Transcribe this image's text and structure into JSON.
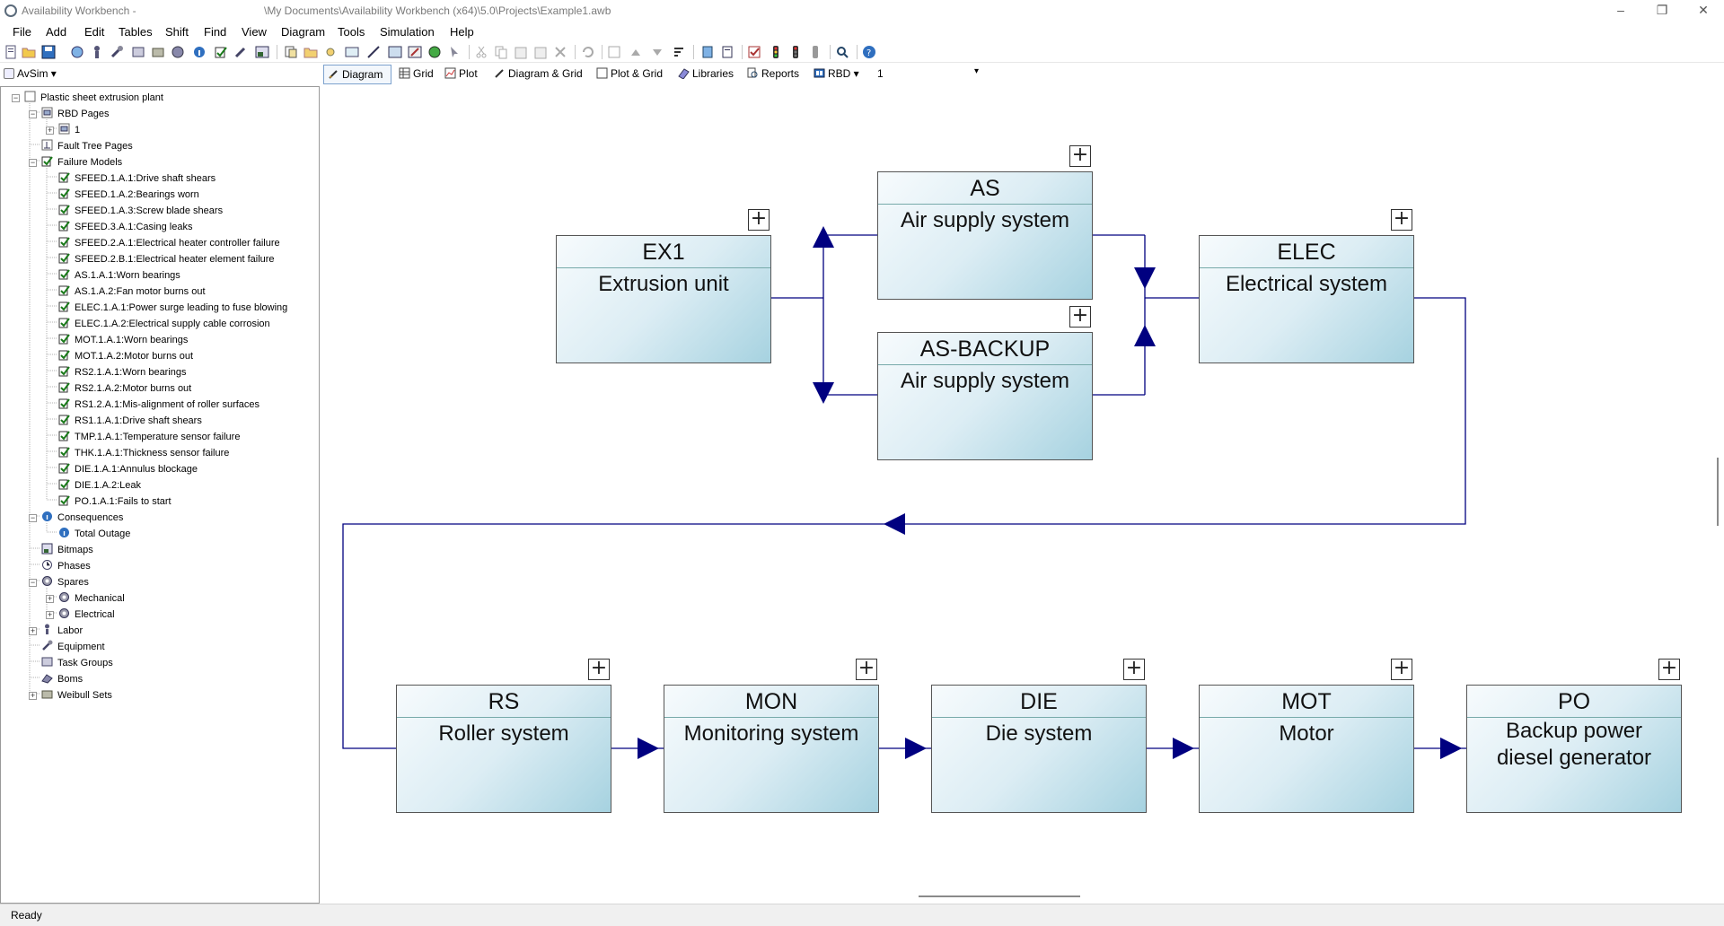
{
  "window": {
    "app_title": "Availability Workbench -",
    "path_title": "\\My Documents\\Availability Workbench (x64)\\5.0\\Projects\\Example1.awb",
    "minimize": "–",
    "maximize": "❐",
    "close": "✕"
  },
  "menu": [
    "File",
    "Add",
    "Edit",
    "Tables",
    "Shift",
    "Find",
    "View",
    "Diagram",
    "Tools",
    "Simulation",
    "Help"
  ],
  "module": {
    "label": "AvSim"
  },
  "views": {
    "diagram": "Diagram",
    "grid": "Grid",
    "plot": "Plot",
    "diagram_grid": "Diagram & Grid",
    "plot_grid": "Plot & Grid",
    "libraries": "Libraries",
    "reports": "Reports",
    "rbd": "RBD",
    "page": "1"
  },
  "tree": {
    "root": "Plastic sheet extrusion plant",
    "rbd_pages": "RBD Pages",
    "rbd_page_1": "1",
    "fault_tree_pages": "Fault Tree Pages",
    "failure_models": "Failure Models",
    "failure_model_items": [
      "SFEED.1.A.1:Drive shaft shears",
      "SFEED.1.A.2:Bearings worn",
      "SFEED.1.A.3:Screw blade shears",
      "SFEED.3.A.1:Casing leaks",
      "SFEED.2.A.1:Electrical heater controller failure",
      "SFEED.2.B.1:Electrical heater element failure",
      "AS.1.A.1:Worn bearings",
      "AS.1.A.2:Fan motor burns out",
      "ELEC.1.A.1:Power surge leading to fuse blowing",
      "ELEC.1.A.2:Electrical supply cable corrosion",
      "MOT.1.A.1:Worn bearings",
      "MOT.1.A.2:Motor burns out",
      "RS2.1.A.1:Worn bearings",
      "RS2.1.A.2:Motor burns out",
      "RS1.2.A.1:Mis-alignment of roller surfaces",
      "RS1.1.A.1:Drive shaft shears",
      "TMP.1.A.1:Temperature sensor failure",
      "THK.1.A.1:Thickness sensor failure",
      "DIE.1.A.1:Annulus blockage",
      "DIE.1.A.2:Leak",
      "PO.1.A.1:Fails to start"
    ],
    "consequences": "Consequences",
    "total_outage": "Total Outage",
    "bitmaps": "Bitmaps",
    "phases": "Phases",
    "spares": "Spares",
    "mechanical": "Mechanical",
    "electrical": "Electrical",
    "labor": "Labor",
    "equipment": "Equipment",
    "task_groups": "Task Groups",
    "boms": "Boms",
    "weibull_sets": "Weibull Sets"
  },
  "blocks": [
    {
      "id": "EX1",
      "desc": "Extrusion unit"
    },
    {
      "id": "AS",
      "desc": "Air supply system"
    },
    {
      "id": "AS-BACKUP",
      "desc": "Air supply system"
    },
    {
      "id": "ELEC",
      "desc": "Electrical system"
    },
    {
      "id": "RS",
      "desc": "Roller system"
    },
    {
      "id": "MON",
      "desc": "Monitoring system"
    },
    {
      "id": "DIE",
      "desc": "Die system"
    },
    {
      "id": "MOT",
      "desc": "Motor"
    },
    {
      "id": "PO",
      "desc": "Backup power diesel generator"
    }
  ],
  "expand_symbol": "+",
  "status": {
    "text": "Ready"
  },
  "colors": {
    "wire": "#000080",
    "block_top": "#f7fbfd",
    "block_bottom": "#a6d2e0",
    "selected_tab_border": "#7da2ce"
  }
}
